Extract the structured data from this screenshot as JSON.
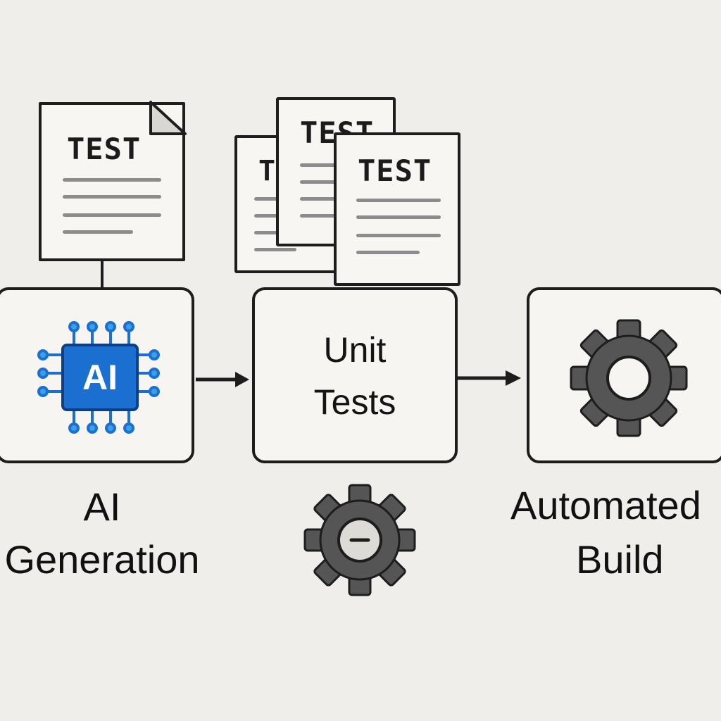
{
  "documents": {
    "single": {
      "title": "TEST"
    },
    "stack_back": {
      "title": "T"
    },
    "stack_middle": {
      "title": "TEST"
    },
    "stack_front": {
      "title": "TEST"
    }
  },
  "stages": [
    {
      "id": "ai-generation",
      "chip_label": "AI",
      "caption_line1": "AI",
      "caption_line2": "Generation"
    },
    {
      "id": "unit-tests",
      "box_line1": "Unit",
      "box_line2": "Tests"
    },
    {
      "id": "automated-build",
      "caption_line1": "Automated",
      "caption_line2": "Build"
    }
  ],
  "colors": {
    "background": "#efeeea",
    "outline": "#1d1d1d",
    "chip_blue": "#1a6fd1",
    "gear_gray": "#555555"
  },
  "icons": {
    "chip": "ai-chip-icon",
    "gear_build": "gear-icon",
    "gear_tests": "gear-minus-icon"
  }
}
